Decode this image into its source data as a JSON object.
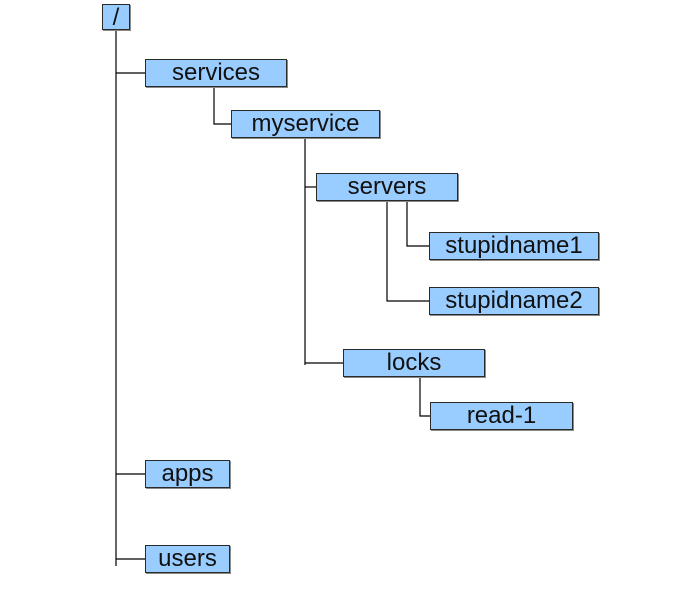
{
  "diagram": {
    "colors": {
      "node_fill": "#99ccff",
      "node_border": "#2a2a2a",
      "connector": "#000000"
    },
    "nodes": {
      "root": "/",
      "services": "services",
      "myservice": "myservice",
      "servers": "servers",
      "stupidname1": "stupidname1",
      "stupidname2": "stupidname2",
      "locks": "locks",
      "read1": "read-1",
      "apps": "apps",
      "users": "users"
    }
  }
}
